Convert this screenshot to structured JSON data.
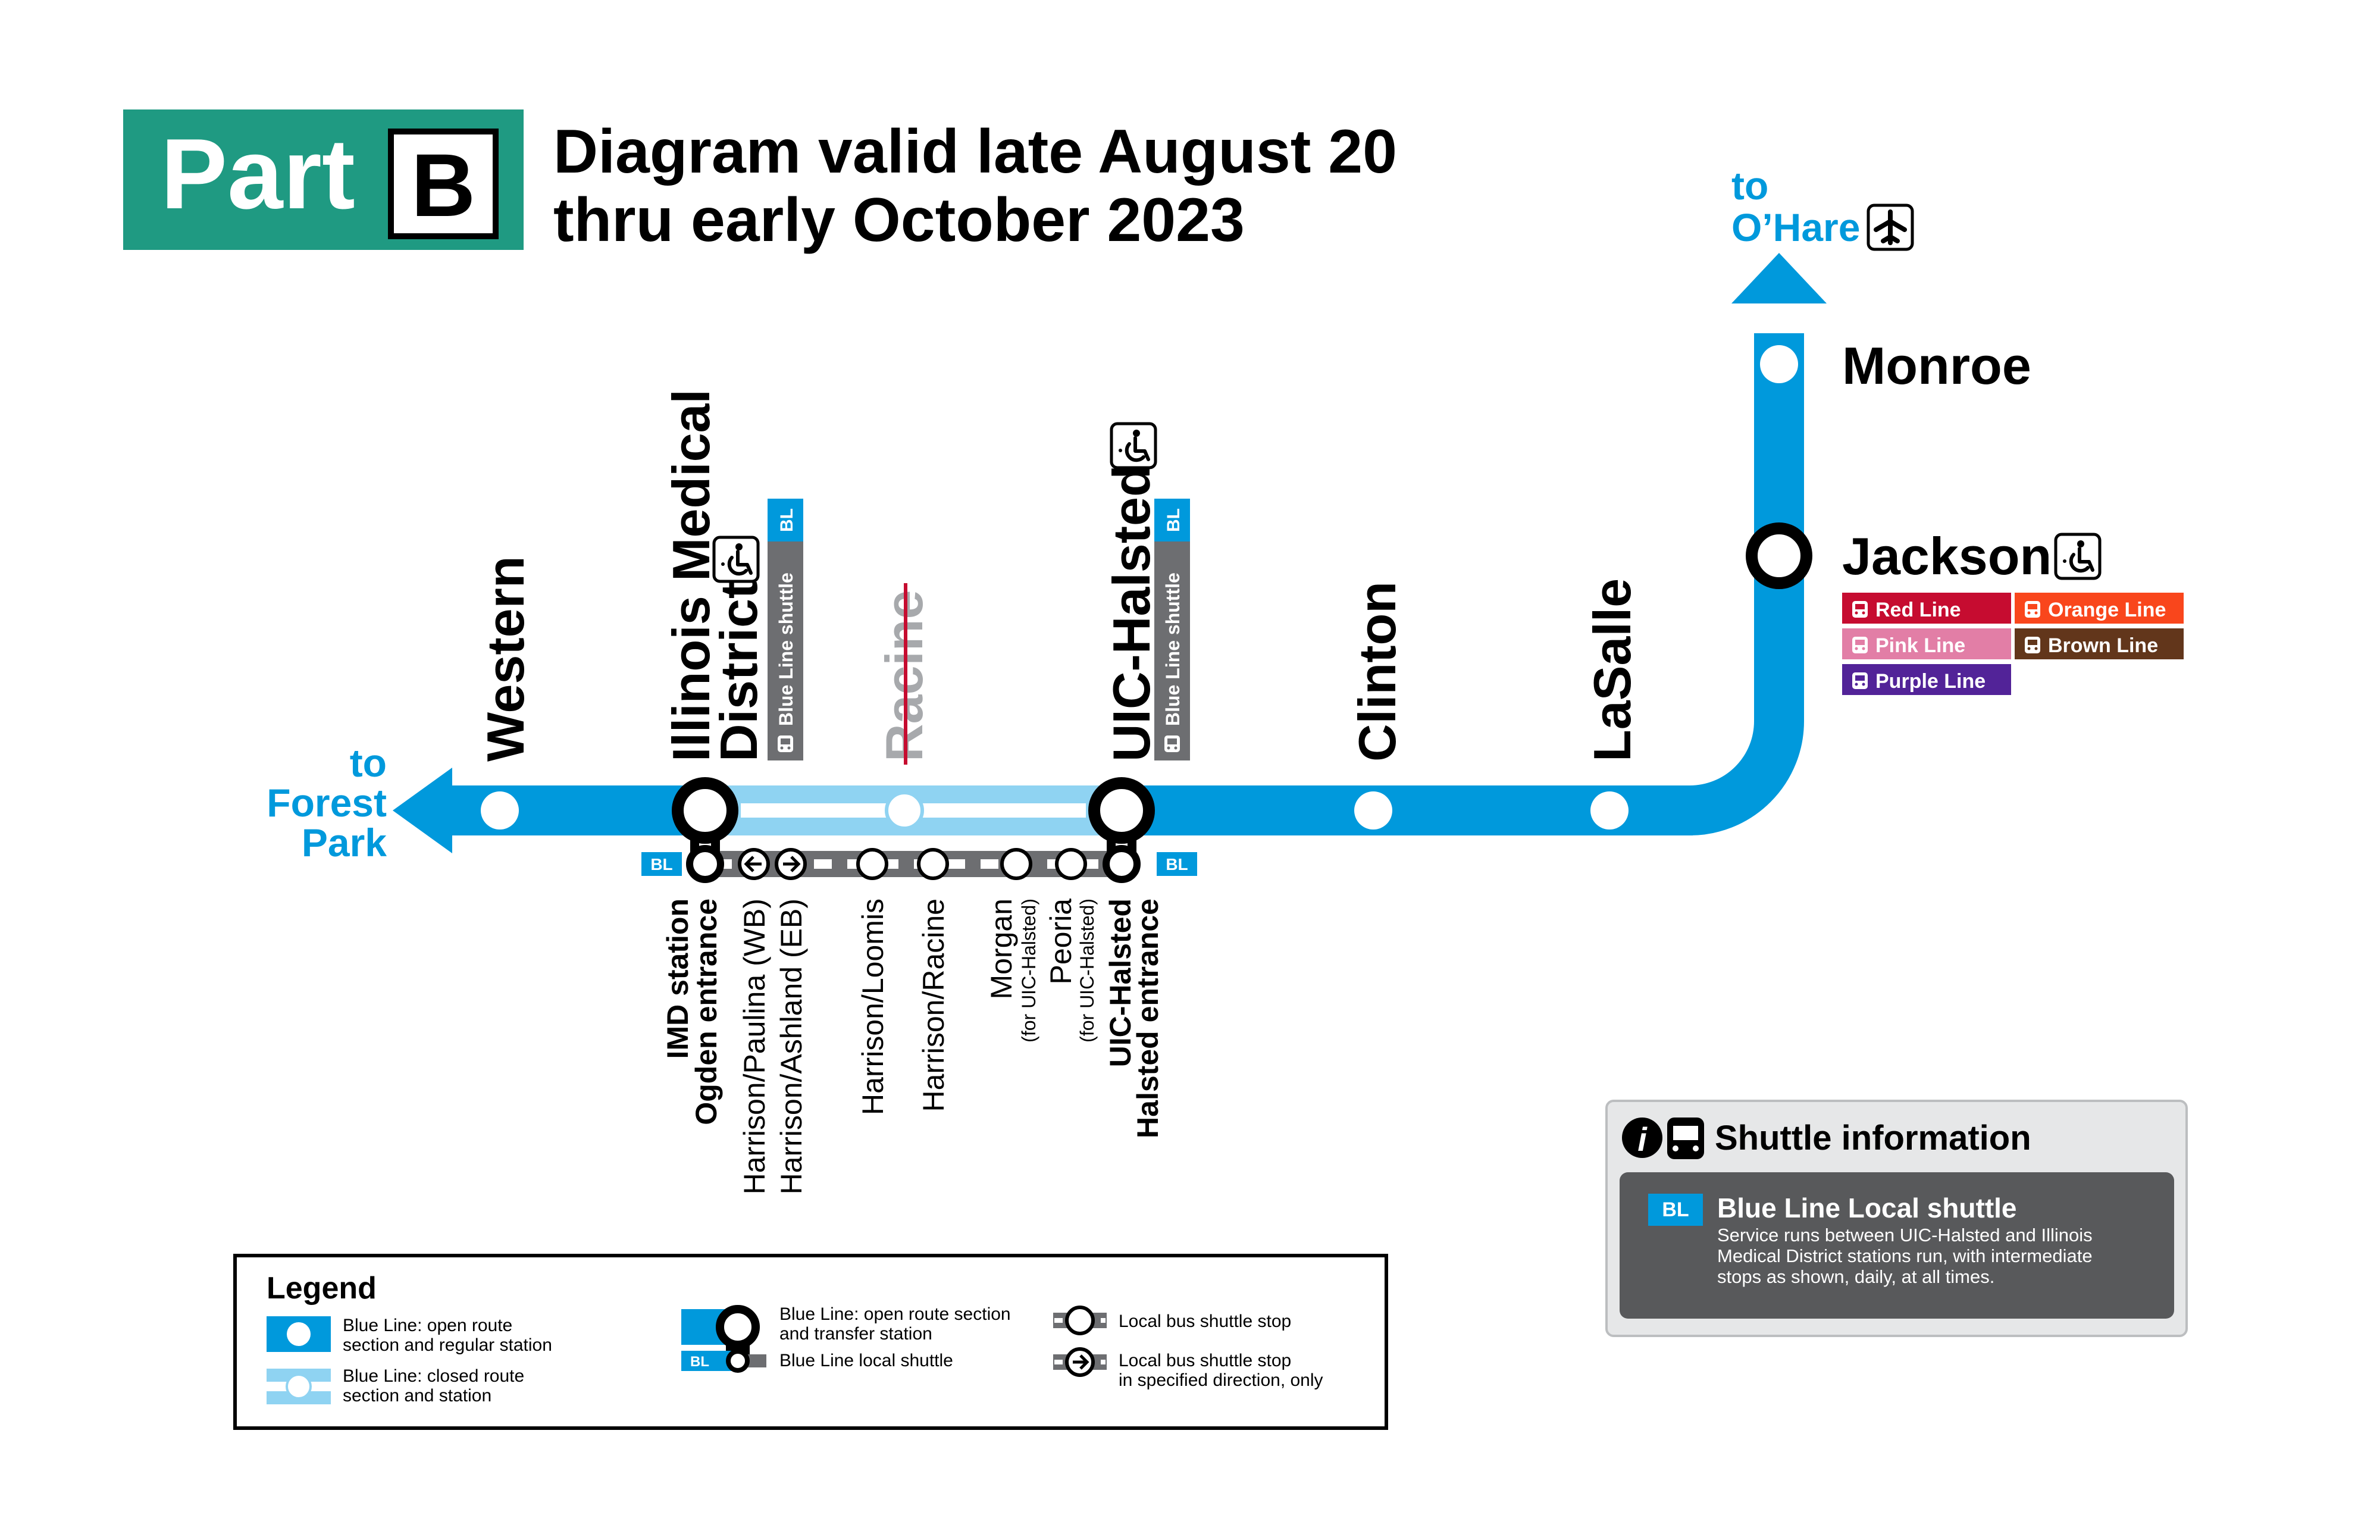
{
  "colors": {
    "blue": "#0099dc",
    "blue_closed": "#8fd3f2",
    "teal": "#1f9a82",
    "gray_shuttle": "#6d6e71",
    "red": "#c60c30",
    "orange": "#f9461c",
    "pink": "#e27ea6",
    "brown": "#62361b",
    "purple": "#522398",
    "panel_gray": "#5a5a5a"
  },
  "header": {
    "part_word": "Part",
    "part_letter": "B",
    "title_line1": "Diagram valid late August 20",
    "title_line2": "thru early October 2023"
  },
  "terminals": {
    "ohare_line1": "to",
    "ohare_line2": "O’Hare",
    "forest_line1": "to",
    "forest_line2": "Forest",
    "forest_line3": "Park"
  },
  "stations": {
    "western": "Western",
    "imd_line1": "Illinois Medical",
    "imd_line2": "District",
    "racine": "Racine",
    "uic": "UIC-Halsted",
    "clinton": "Clinton",
    "lasalle": "LaSalle",
    "jackson": "Jackson",
    "monroe": "Monroe"
  },
  "shuttle_tag": {
    "bl": "BL",
    "text": "Blue Line shuttle"
  },
  "transfers": [
    {
      "label": "Red Line",
      "color": "#c60c30"
    },
    {
      "label": "Orange Line",
      "color": "#f9461c"
    },
    {
      "label": "Pink Line",
      "color": "#e27ea6"
    },
    {
      "label": "Brown Line",
      "color": "#62361b"
    },
    {
      "label": "Purple Line",
      "color": "#522398"
    }
  ],
  "shuttle_stops": {
    "imd_line1": "IMD station",
    "imd_line2": "Ogden entrance",
    "paulina": "Harrison/Paulina (WB)",
    "ashland": "Harrison/Ashland (EB)",
    "loomis": "Harrison/Loomis",
    "racine": "Harrison/Racine",
    "morgan": "Morgan",
    "morgan_note": "(for UIC-Halsted)",
    "peoria": "Peoria",
    "peoria_note": "(for UIC-Halsted)",
    "uic_line1": "UIC-Halsted",
    "uic_line2": "Halsted entrance"
  },
  "legend": {
    "title": "Legend",
    "open_line1": "Blue Line: open route",
    "open_line2": "section and regular station",
    "closed_line1": "Blue Line: closed route",
    "closed_line2": "section and station",
    "transfer_line1": "Blue Line: open route section",
    "transfer_line2": "and transfer station",
    "local_shuttle": "Blue Line local shuttle",
    "stop": "Local bus shuttle stop",
    "stop_dir_line1": "Local bus shuttle stop",
    "stop_dir_line2": "in specified direction, only"
  },
  "info": {
    "title": "Shuttle information",
    "badge": "BL",
    "heading": "Blue Line Local shuttle",
    "desc_line1": "Service runs between UIC-Halsted and Illinois",
    "desc_line2": "Medical District stations run, with intermediate",
    "desc_line3": "stops as shown, daily, at all times."
  }
}
